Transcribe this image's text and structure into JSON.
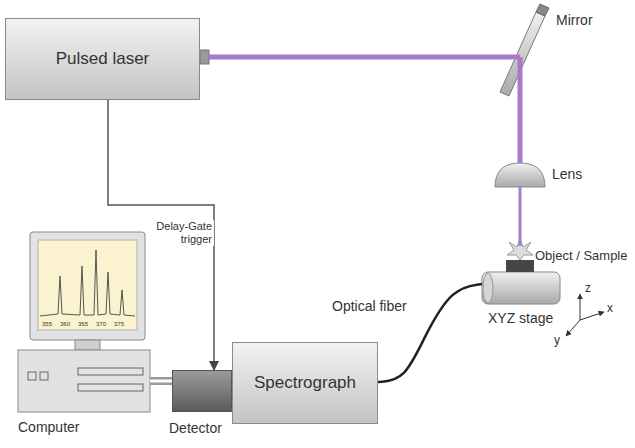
{
  "diagram": {
    "nodes": [
      {
        "text": [
          "Pulsed laser"
        ]
      },
      {
        "text": [
          "Mirror"
        ]
      },
      {
        "text": [
          "Lens"
        ]
      },
      {
        "text": [
          "Object / Sample"
        ]
      },
      {
        "text": [
          "XYZ stage"
        ]
      },
      {
        "text": [
          "Spectrograph"
        ]
      },
      {
        "text": [
          "Detector"
        ]
      },
      {
        "text": [
          "Computer"
        ]
      }
    ],
    "edges": [
      {
        "from": 0,
        "to": 1,
        "arrow": "none"
      },
      {
        "from": 1,
        "to": 2,
        "arrow": "none"
      },
      {
        "from": 2,
        "to": 3,
        "arrow": "none"
      },
      {
        "from": 0,
        "to": 6,
        "label": "Delay-Gate trigger",
        "arrow": "to"
      },
      {
        "from": 4,
        "to": 5,
        "label": "Optical fiber",
        "arrow": "none"
      },
      {
        "from": 7,
        "to": 6,
        "arrow": "none"
      }
    ],
    "labels": [
      "355",
      "360",
      "365",
      "370",
      "375",
      "z",
      "x",
      "y"
    ]
  }
}
